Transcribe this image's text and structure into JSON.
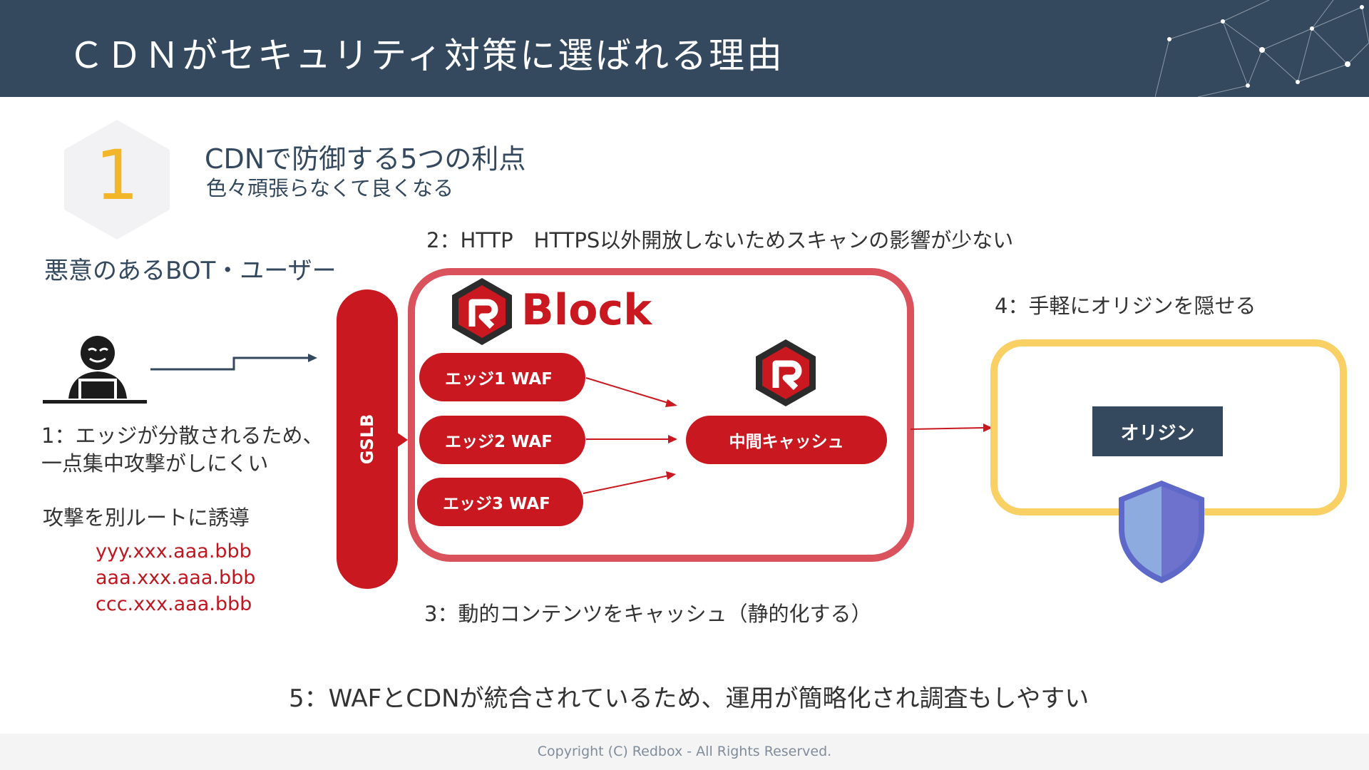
{
  "header": {
    "title": "ＣＤＮがセキュリティ対策に選ばれる理由"
  },
  "section": {
    "number": "1",
    "heading": "CDNで防御する5つの利点",
    "subheading": "色々頑張らなくて良くなる"
  },
  "attacker": {
    "label": "悪意のあるBOT・ユーザー",
    "icon": "hacker-laptop-icon"
  },
  "points": {
    "p1_line1": "1：エッジが分散されるため、",
    "p1_line2": "一点集中攻撃がしにくい",
    "p2": "2：HTTP　HTTPS以外開放しないためスキャンの影響が少ない",
    "p3": "3：動的コンテンツをキャッシュ（静的化する）",
    "p4": "4：手軽にオリジンを隠せる",
    "p5": "5：WAFとCDNが統合されているため、運用が簡略化され調査もしやすい"
  },
  "reroute": {
    "title": "攻撃を別ルートに誘導",
    "domains": [
      "yyy.xxx.aaa.bbb",
      "aaa.xxx.aaa.bbb",
      "ccc.xxx.aaa.bbb"
    ]
  },
  "gslb": {
    "label": "GSLB"
  },
  "block": {
    "brand": "Block",
    "logo_icon": "block-logo-icon",
    "edges": [
      "エッジ1 WAF",
      "エッジ2 WAF",
      "エッジ3 WAF"
    ],
    "middle_cache": "中間キャッシュ"
  },
  "origin": {
    "label": "オリジン",
    "shield_icon": "shield-icon"
  },
  "colors": {
    "header_bg": "#34495e",
    "accent_red": "#c9181f",
    "frame_red": "#d9525c",
    "frame_yellow": "#f8d064",
    "number_yellow": "#f3b628",
    "shield_blue": "#7c96d8"
  },
  "footer": {
    "copyright": "Copyright (C) Redbox - All Rights Reserved."
  }
}
